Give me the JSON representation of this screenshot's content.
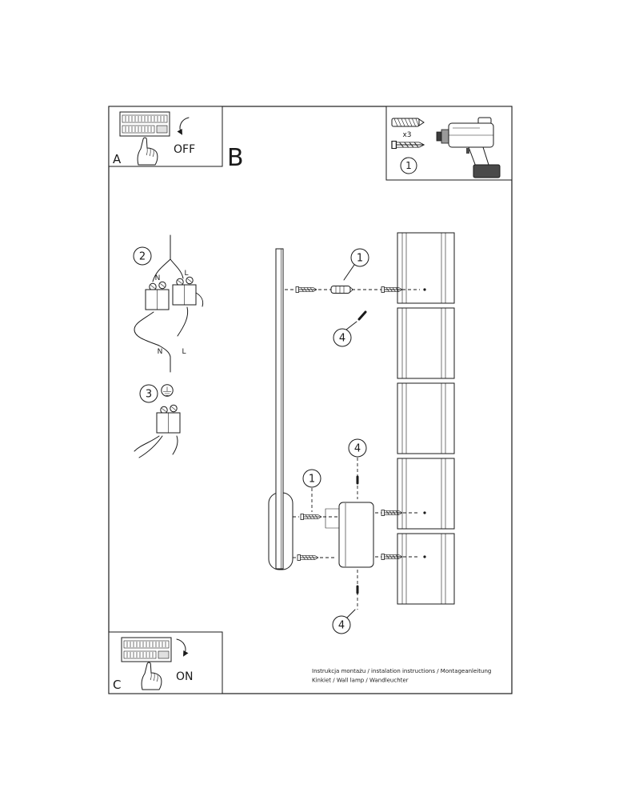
{
  "colors": {
    "ink": "#1a1a1a",
    "paper": "#ffffff",
    "metal_dark": "#4a4a4a",
    "metal_mid": "#9a9a9a"
  },
  "icons": {
    "fusebox": "breaker-panel-icon",
    "hand": "pointing-hand-icon",
    "rotate_arrow": "rotate-arrow-icon",
    "wall_plug": "wall-plug-icon",
    "screw": "screw-icon",
    "drill": "drill-icon",
    "earth": "earth-ground-icon",
    "terminal": "terminal-block-icon"
  },
  "panel_a": {
    "label": "A",
    "state": "OFF"
  },
  "panel_c": {
    "label": "C",
    "state": "ON"
  },
  "section_label": "B",
  "parts_box": {
    "badge": "1",
    "anchor_qty": "x3"
  },
  "badges": {
    "step1": "1",
    "step2": "2",
    "step3": "3",
    "step4": "4"
  },
  "wiring": {
    "n": "N",
    "l": "L"
  },
  "footer": {
    "line1": "Instrukcja montażu / instalation instructions / Montageanleitung",
    "line2": "Kinkiet / Wall lamp / Wandleuchter"
  }
}
